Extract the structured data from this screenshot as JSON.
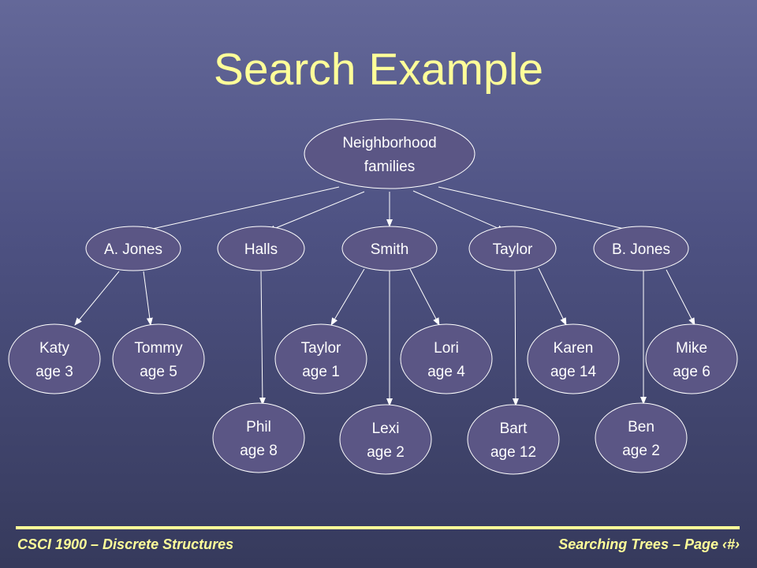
{
  "slide": {
    "title": "Search Example"
  },
  "colors": {
    "title": "#ffff99",
    "node_fill": "#5b5685",
    "node_stroke": "#ffffff",
    "text": "#ffffff",
    "footer": "#ffff99"
  },
  "tree": {
    "root": {
      "id": "root",
      "lines": [
        "Neighborhood",
        "families"
      ]
    },
    "families": [
      {
        "id": "a-jones",
        "lines": [
          "A. Jones"
        ]
      },
      {
        "id": "halls",
        "lines": [
          "Halls"
        ]
      },
      {
        "id": "smith",
        "lines": [
          "Smith"
        ]
      },
      {
        "id": "taylor",
        "lines": [
          "Taylor"
        ]
      },
      {
        "id": "b-jones",
        "lines": [
          "B. Jones"
        ]
      }
    ],
    "children": [
      {
        "id": "katy",
        "parent": "a-jones",
        "lines": [
          "Katy",
          "age 3"
        ]
      },
      {
        "id": "tommy",
        "parent": "a-jones",
        "lines": [
          "Tommy",
          "age 5"
        ]
      },
      {
        "id": "phil",
        "parent": "halls",
        "lines": [
          "Phil",
          "age 8"
        ]
      },
      {
        "id": "taylor-child",
        "parent": "smith",
        "lines": [
          "Taylor",
          "age 1"
        ]
      },
      {
        "id": "lexi",
        "parent": "smith",
        "lines": [
          "Lexi",
          "age 2"
        ]
      },
      {
        "id": "lori",
        "parent": "smith",
        "lines": [
          "Lori",
          "age 4"
        ]
      },
      {
        "id": "bart",
        "parent": "taylor",
        "lines": [
          "Bart",
          "age 12"
        ]
      },
      {
        "id": "karen",
        "parent": "taylor",
        "lines": [
          "Karen",
          "age 14"
        ]
      },
      {
        "id": "ben",
        "parent": "b-jones",
        "lines": [
          "Ben",
          "age 2"
        ]
      },
      {
        "id": "mike",
        "parent": "b-jones",
        "lines": [
          "Mike",
          "age 6"
        ]
      }
    ]
  },
  "footer": {
    "left": "CSCI 1900 – Discrete Structures",
    "right": "Searching Trees – Page ‹#›"
  }
}
